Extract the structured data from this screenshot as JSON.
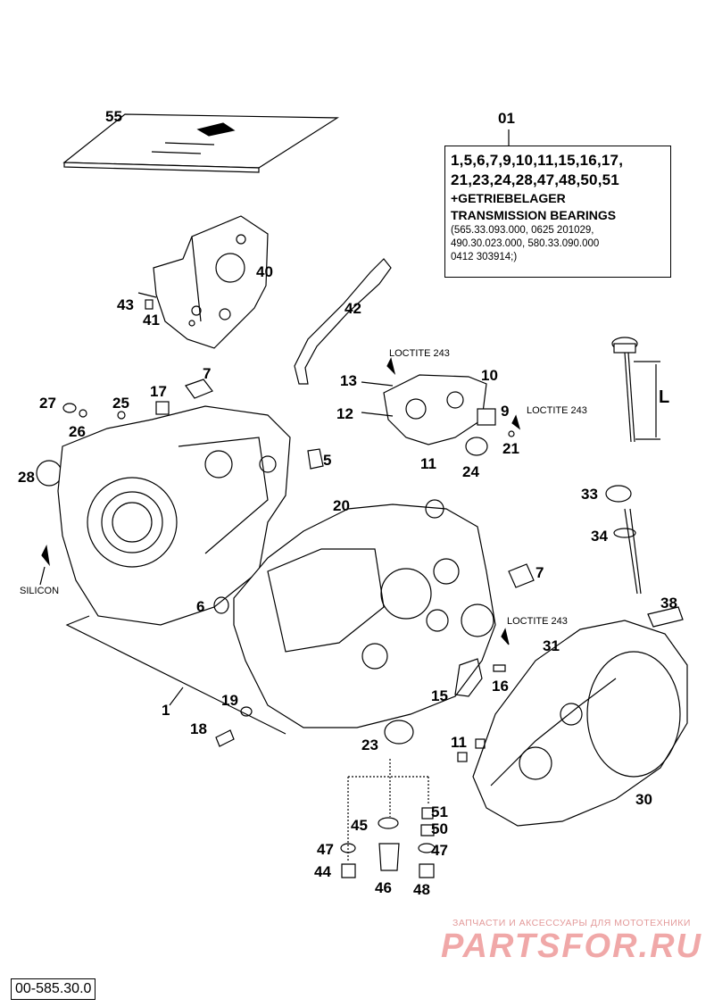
{
  "kit_box": {
    "header": "01",
    "line1": "1,5,6,7,9,10,11,15,16,17,",
    "line2": "21,23,24,28,47,48,50,51",
    "line3": "+GETRIEBELAGER",
    "line4": "TRANSMISSION BEARINGS",
    "line5": "(565.33.093.000, 0625 201029,",
    "line6": "490.30.023.000, 580.33.090.000",
    "line7": "0412 303914;)"
  },
  "callouts": {
    "p55": "55",
    "p40": "40",
    "p43": "43",
    "p41": "41",
    "p42": "42",
    "p7a": "7",
    "p17": "17",
    "p25": "25",
    "p27": "27",
    "p26": "26",
    "p28": "28",
    "p5": "5",
    "p13": "13",
    "p10": "10",
    "p12": "12",
    "p9": "9",
    "p11a": "11",
    "p24": "24",
    "p21": "21",
    "p20": "20",
    "p33": "33",
    "p34": "34",
    "p6": "6",
    "p7b": "7",
    "p38": "38",
    "p31": "31",
    "p16": "16",
    "p15": "15",
    "p1": "1",
    "p19": "19",
    "p18": "18",
    "p23": "23",
    "p11b": "11",
    "p30": "30",
    "p45": "45",
    "p51": "51",
    "p50": "50",
    "p47a": "47",
    "p47b": "47",
    "p44": "44",
    "p46": "46",
    "p48": "48",
    "L": "L"
  },
  "notes": {
    "loctite_top": "LOCTITE 243",
    "loctite_right": "LOCTITE 243",
    "loctite_lower": "LOCTITE 243",
    "silicon": "SILICON"
  },
  "watermark": {
    "line1": "ЗАПЧАСТИ И АКСЕССУАРЫ ДЛЯ МОТОТЕХНИКИ",
    "line2": "PARTSFOR.RU"
  },
  "drawing_number": "00-585.30.0",
  "colors": {
    "ink": "#000000",
    "watermark": "#f0a8a8",
    "paper": "#ffffff"
  }
}
